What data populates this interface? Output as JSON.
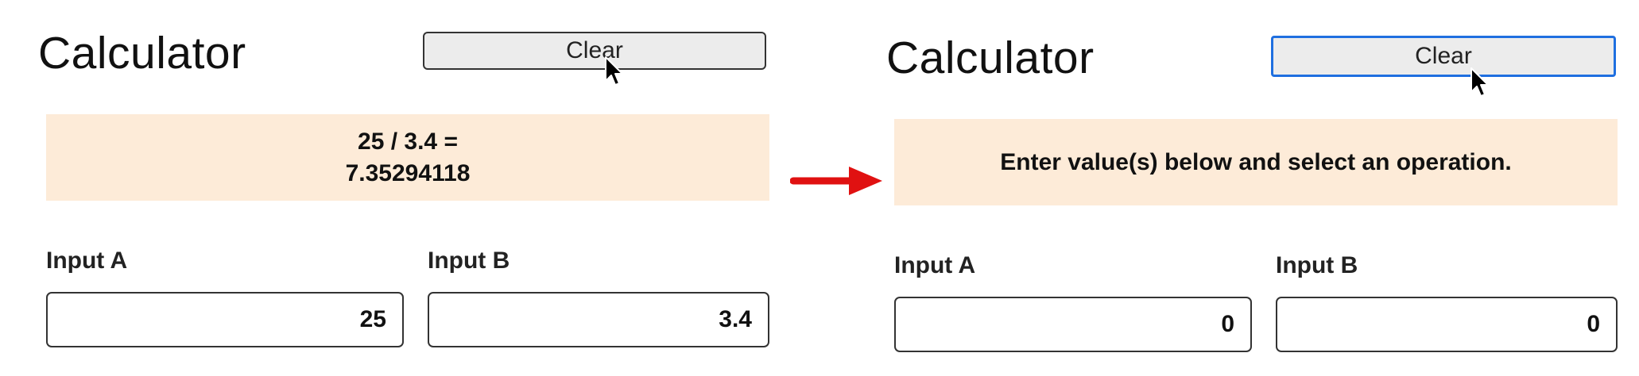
{
  "before": {
    "title": "Calculator",
    "clear_label": "Clear",
    "display_line1": "25 / 3.4 =",
    "display_line2": "7.35294118",
    "input_a_label": "Input A",
    "input_b_label": "Input B",
    "input_a_value": "25",
    "input_b_value": "3.4"
  },
  "after": {
    "title": "Calculator",
    "clear_label": "Clear",
    "display_message": "Enter value(s) below and select an operation.",
    "input_a_label": "Input A",
    "input_b_label": "Input B",
    "input_a_value": "0",
    "input_b_value": "0"
  },
  "icons": {
    "cursor": "mouse-pointer-icon",
    "arrow": "right-arrow-icon"
  },
  "colors": {
    "display_bg": "#fdebd8",
    "button_bg": "#ececec",
    "focus_border": "#1f6fe0",
    "arrow": "#e01111"
  }
}
